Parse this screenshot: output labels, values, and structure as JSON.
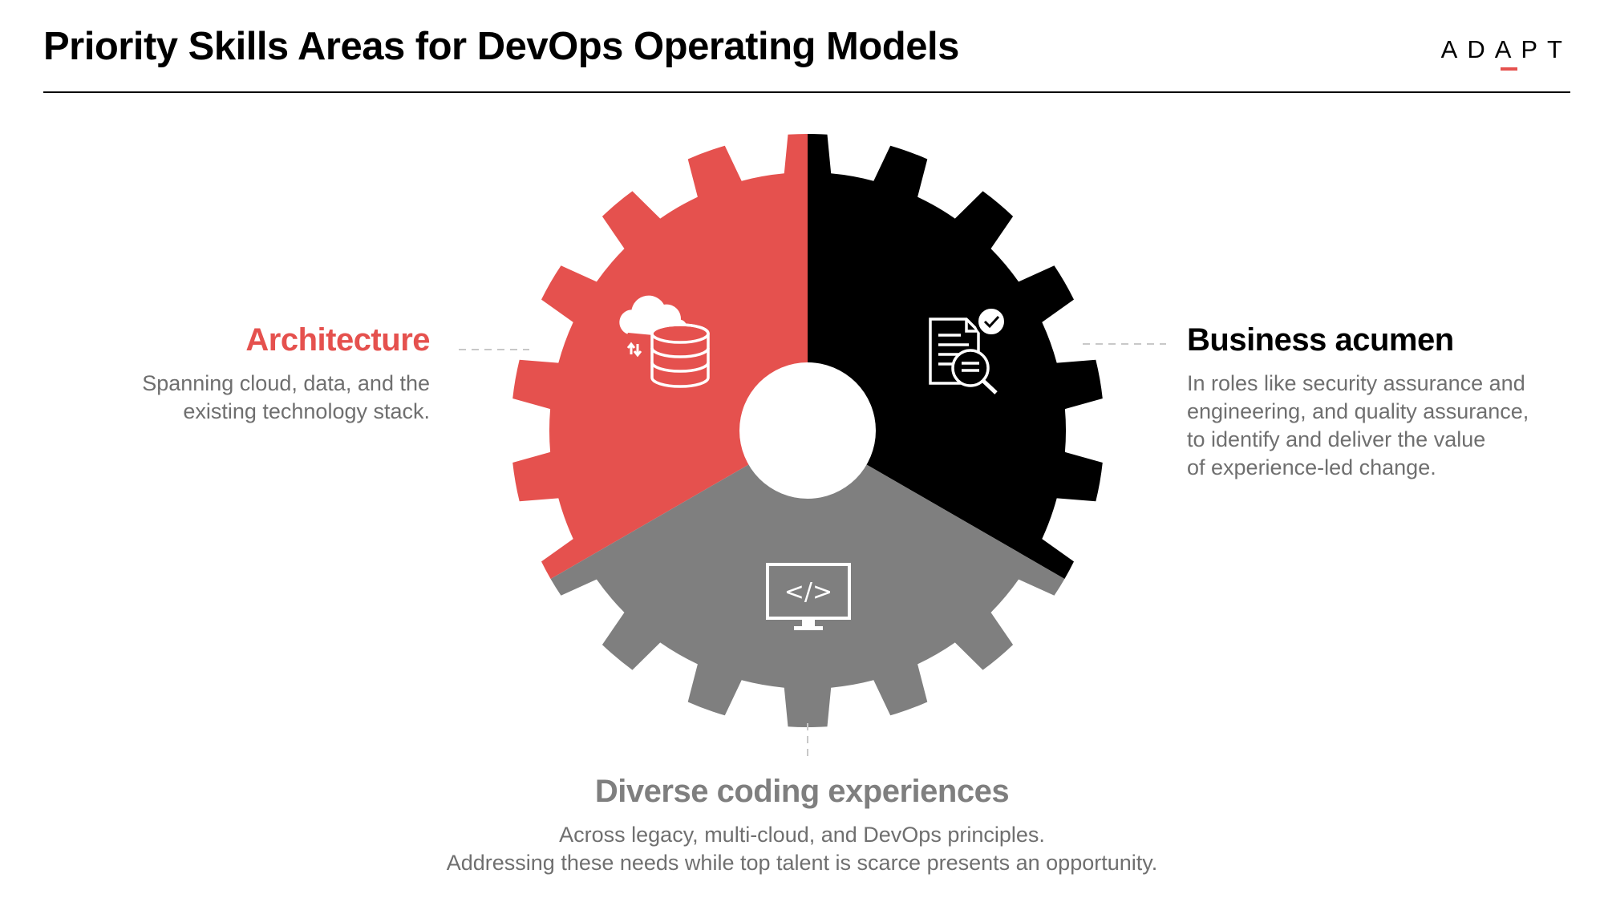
{
  "header": {
    "title": "Priority Skills Areas for DevOps Operating Models",
    "logo_text": "ADAPT"
  },
  "colors": {
    "accent_red": "#e5514e",
    "segment_black": "#000000",
    "segment_grey": "#7f7f7f",
    "body_text": "#6f6f6f",
    "connector": "#c8c8c8"
  },
  "gear": {
    "segments": [
      {
        "id": "architecture",
        "color": "#e5514e",
        "icon": "cloud-database-icon"
      },
      {
        "id": "business",
        "color": "#000000",
        "icon": "document-search-icon"
      },
      {
        "id": "coding",
        "color": "#7f7f7f",
        "icon": "monitor-code-icon"
      }
    ],
    "icons": {
      "code_glyph": "</>"
    }
  },
  "areas": {
    "architecture": {
      "title": "Architecture",
      "lines": [
        "Spanning cloud, data, and the",
        "existing technology stack."
      ]
    },
    "business": {
      "title": "Business acumen",
      "lines": [
        "In roles like security assurance and",
        "engineering, and quality assurance,",
        "to identify and deliver the value",
        "of experience-led change."
      ]
    },
    "coding": {
      "title": "Diverse coding experiences",
      "lines": [
        "Across legacy, multi-cloud, and DevOps principles.",
        "Addressing these needs while top talent is scarce presents an opportunity."
      ]
    }
  }
}
